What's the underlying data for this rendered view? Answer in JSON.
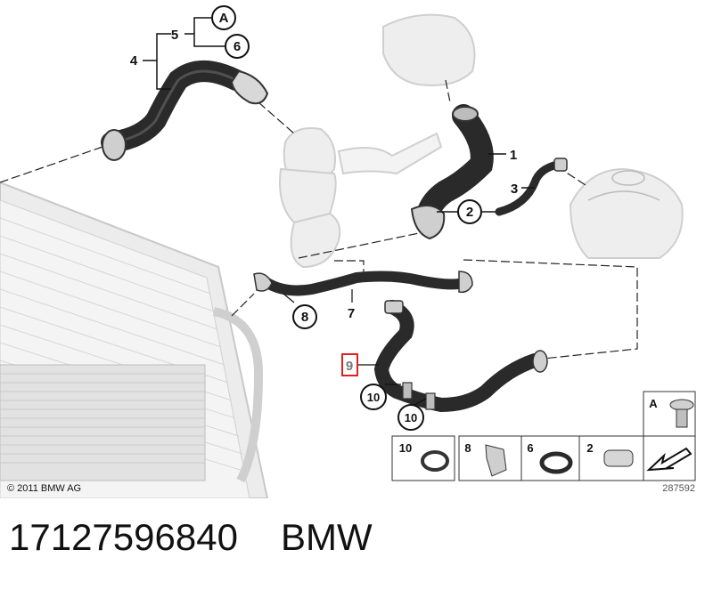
{
  "callouts": {
    "c1": "1",
    "c2": "2",
    "c3": "3",
    "c4": "4",
    "c5": "5",
    "c6": "6",
    "cA": "A",
    "c7": "7",
    "c8": "8",
    "c9": "9",
    "c10a": "10",
    "c10b": "10"
  },
  "legend": {
    "box_a": "A",
    "box_10": "10",
    "box_8": "8",
    "box_6": "6",
    "box_2": "2"
  },
  "copyright": "© 2011 BMW AG",
  "diagram_number": "287592",
  "part_number": "17127596840",
  "brand": "BMW",
  "colors": {
    "hose": "#2a2a2a",
    "ghost": "#d9d9d9",
    "highlight": "#e02020"
  }
}
